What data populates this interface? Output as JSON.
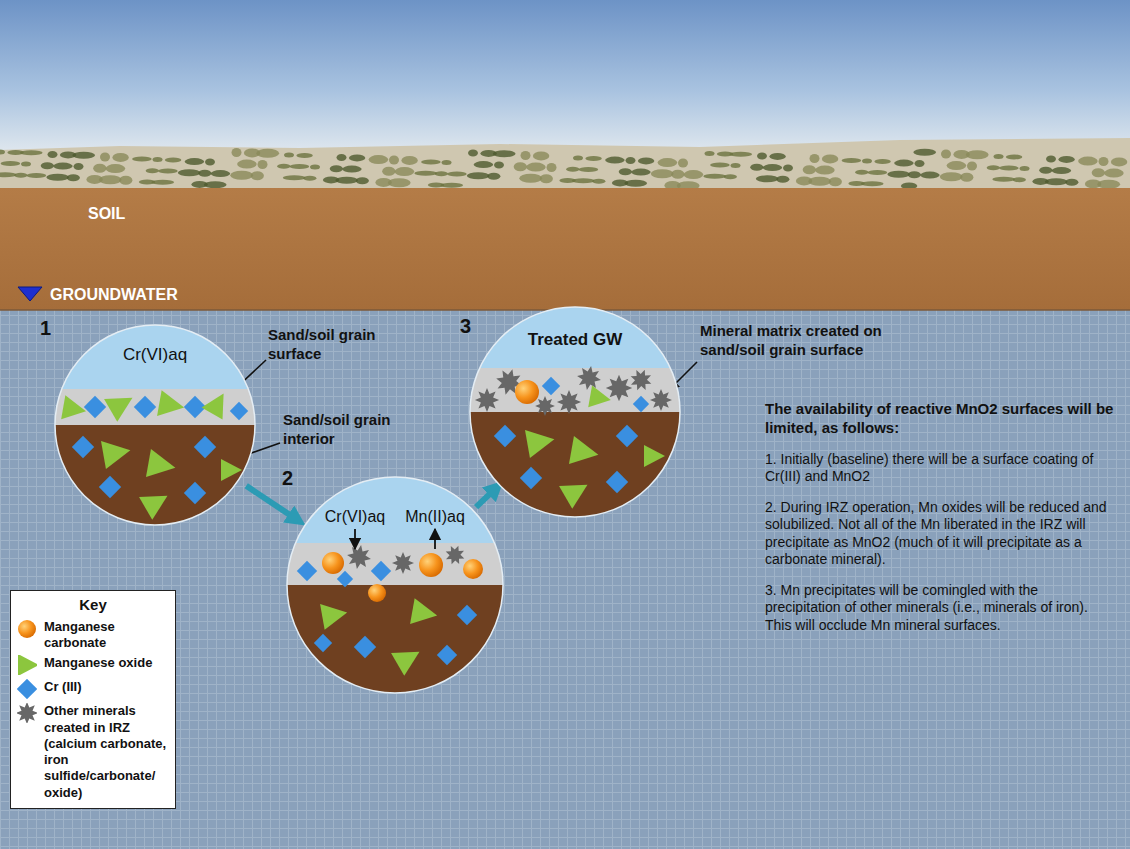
{
  "diagram": {
    "nodes": [
      {
        "text": [
          "Cr(VI)aq"
        ]
      },
      {
        "text": [
          "Cr(VI)aq",
          "Mn(II)aq"
        ]
      },
      {
        "text": [
          "Treated GW"
        ]
      }
    ],
    "edges": [
      {
        "from": 0,
        "to": 1,
        "arrow": "to"
      },
      {
        "from": 1,
        "to": 2,
        "arrow": "to"
      }
    ],
    "labels": [
      "SOIL",
      "GROUNDWATER",
      "1",
      "Sand/soil grain surface",
      "Sand/soil grain interior",
      "2",
      "3",
      "Mineral matrix created on sand/soil grain surface",
      "Key",
      "The availability of reactive MnO2 surfaces will be limited, as follows:",
      "1. Initially (baseline) there will be a surface coating of Cr(III) and MnO2",
      "2. During IRZ operation, Mn oxides will be reduced and solubilized. Not all of the Mn liberated in the IRZ will precipitate as MnO2 (much of it will precipitate as a carbonate mineral).",
      "3. Mn precipitates will be comingled with the precipitation of other minerals (i.e., minerals of iron). This will occlude Mn mineral surfaces."
    ],
    "legend": [
      {
        "text": "Manganese carbonate"
      },
      {
        "text": "Manganese oxide"
      },
      {
        "text": "Cr (III)"
      },
      {
        "text": "Other minerals created in IRZ (calcium carbonate, iron sulfide/carbonate/ oxide)"
      }
    ]
  }
}
